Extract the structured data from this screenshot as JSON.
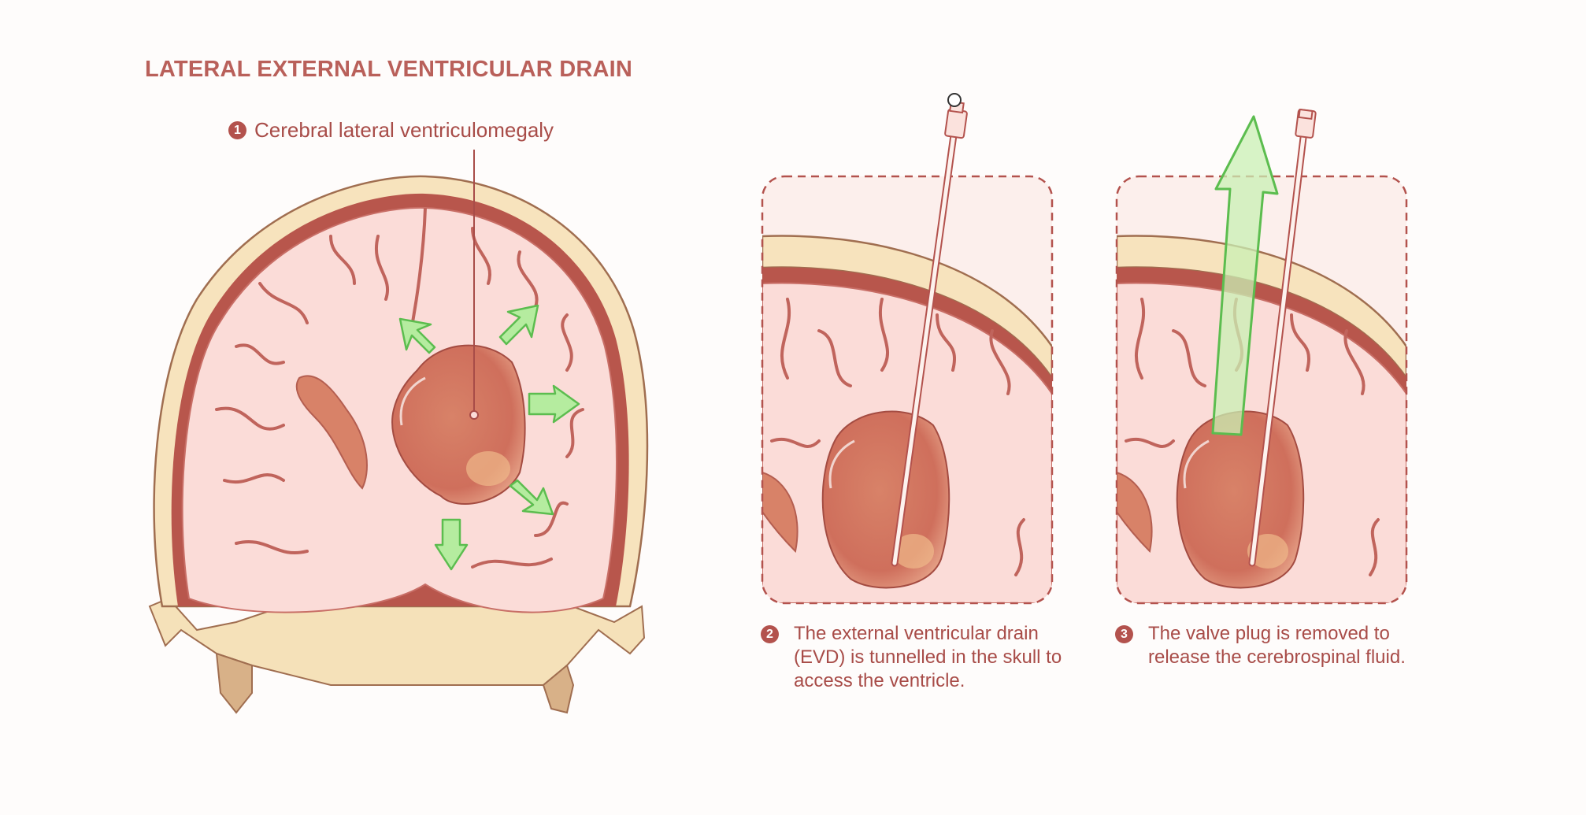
{
  "title": "LATERAL EXTERNAL VENTRICULAR DRAIN",
  "callout": {
    "number": "1",
    "label": "Cerebral lateral ventriculomegaly"
  },
  "steps": [
    {
      "number": "2",
      "text": "The external ventricular drain (EVD) is tunnelled in the skull to access the ventricle."
    },
    {
      "number": "3",
      "text": "The valve plug is removed to release the cerebrospinal fluid."
    }
  ],
  "colors": {
    "accent": "#b3524d",
    "bone": "#f7e3bd",
    "brain": "#fbdcd8",
    "ventricle": "#d9826b",
    "arrow": "#8fd97a"
  }
}
